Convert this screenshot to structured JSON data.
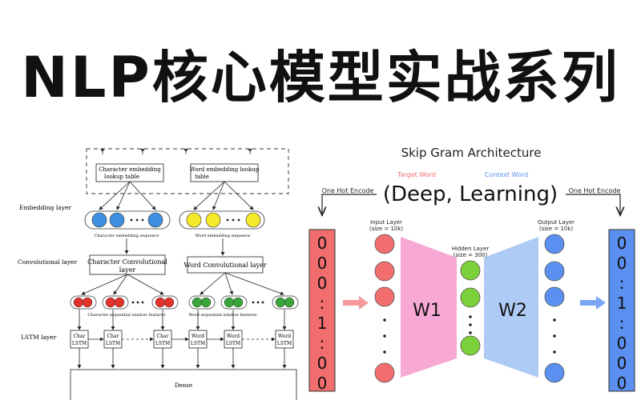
{
  "banner": {
    "title": "NLP核心模型实战系列"
  },
  "left_diagram": {
    "layers": {
      "embedding": "Embedding layer",
      "convolutional": "Convolutional layer",
      "lstm": "LSTM  layer"
    },
    "char_table": [
      "Character embedding",
      "lookup table"
    ],
    "word_table": [
      "Word embedding lookup",
      "table"
    ],
    "char_seq": "Character embedding sequence",
    "word_seq": "Word embedding sequence",
    "char_conv": [
      "Character Convolutional",
      "layer"
    ],
    "word_conv": "Word Convolutional layer",
    "char_window": "Character sequential window features",
    "word_window": "Word sequential window features",
    "char_lstm": [
      "Char",
      "LSTM"
    ],
    "word_lstm": [
      "Word",
      "LSTM"
    ],
    "dense": "Dense",
    "colors": {
      "blue": "#3f8fe0",
      "yellow": "#f5ea2a",
      "red": "#e0322a",
      "green": "#3aa53a"
    }
  },
  "right_diagram": {
    "title": "Skip Gram Architecture",
    "target_label": "Target Word",
    "context_label": "Context Word",
    "phrase": "(Deep, Learning)",
    "one_hot_left": "One Hot Encode",
    "one_hot_right": "One Hot Encode",
    "input_layer": [
      "Input Layer",
      "(size = 10k)"
    ],
    "hidden_layer": [
      "Hidden Layer",
      "(size = 300)"
    ],
    "output_layer": [
      "Output Layer",
      "(size = 10k)"
    ],
    "w1": "W1",
    "w2": "W2",
    "left_vector": [
      "0",
      "0",
      "0",
      ":",
      "1",
      ":",
      "0",
      "0"
    ],
    "right_vector": [
      "0",
      "0",
      ":",
      "1",
      ":",
      "0",
      "0",
      "0"
    ],
    "colors": {
      "red": "#f26d6d",
      "green": "#7bd13a",
      "blue": "#5b8ff0",
      "pink": "#f7a8d4",
      "lightblue": "#aecbf5",
      "target": "#f26d6d",
      "context": "#5b8ff0"
    }
  }
}
